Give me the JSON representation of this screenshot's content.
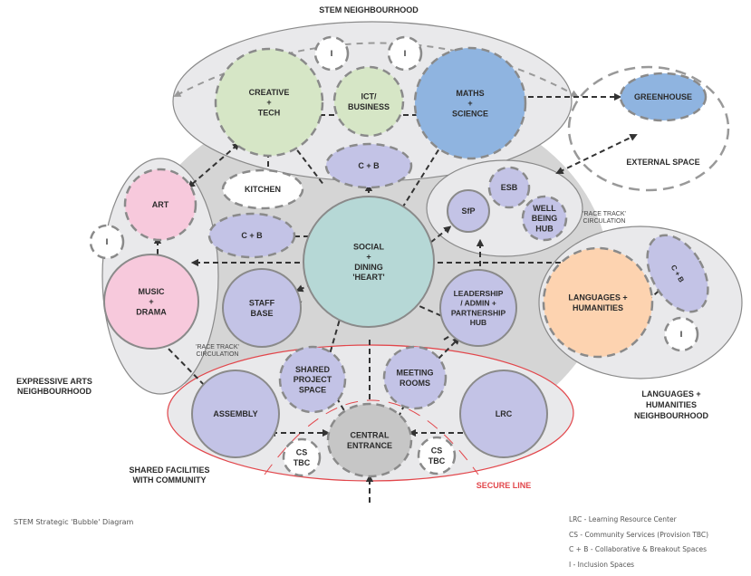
{
  "title": "STEM Strategic 'Bubble' Diagram",
  "colors": {
    "green": "#d6e6c6",
    "blue": "#8fb4e0",
    "pink": "#f7c9dc",
    "lavender": "#c3c3e6",
    "teal": "#b6d8d6",
    "peach": "#fdd3b0",
    "gray_zone": "#d5d5d5",
    "light_zone": "#e9e9eb",
    "entrance": "#c6c6c6",
    "secure": "#e2464b",
    "arrow": "#333333",
    "outline": "#8a8a8a"
  },
  "neighbourhood_labels": {
    "stem": "STEM NEIGHBOURHOOD",
    "external": "EXTERNAL SPACE",
    "expressive_1": "EXPRESSIVE ARTS",
    "expressive_2": "NEIGHBOURHOOD",
    "languages_1": "LANGUAGES +",
    "languages_2": "HUMANITIES",
    "languages_3": "NEIGHBOURHOOD",
    "shared_1": "SHARED FACILITIES",
    "shared_2": "WITH COMMUNITY",
    "secure_line": "SECURE LINE",
    "race_track_1": "'RACE TRACK'",
    "race_track_2": "CIRCULATION"
  },
  "spaces": [
    {
      "id": "creative-tech",
      "lines": [
        "CREATIVE",
        "+",
        "TECH"
      ],
      "color": "green",
      "dashed": true
    },
    {
      "id": "ict-business",
      "lines": [
        "ICT/",
        "BUSINESS"
      ],
      "color": "green",
      "dashed": true
    },
    {
      "id": "maths-science",
      "lines": [
        "MATHS",
        "+",
        "SCIENCE"
      ],
      "color": "blue",
      "dashed": true
    },
    {
      "id": "greenhouse",
      "lines": [
        "GREENHOUSE"
      ],
      "color": "blue",
      "dashed": true
    },
    {
      "id": "inclusion-1",
      "lines": [
        "I"
      ],
      "color": "white",
      "dashed": true
    },
    {
      "id": "inclusion-2",
      "lines": [
        "I"
      ],
      "color": "white",
      "dashed": true
    },
    {
      "id": "inclusion-3",
      "lines": [
        "I"
      ],
      "color": "white",
      "dashed": true
    },
    {
      "id": "inclusion-4",
      "lines": [
        "I"
      ],
      "color": "white",
      "dashed": true
    },
    {
      "id": "art",
      "lines": [
        "ART"
      ],
      "color": "pink",
      "dashed": true
    },
    {
      "id": "music-drama",
      "lines": [
        "MUSIC",
        "+",
        "DRAMA"
      ],
      "color": "pink",
      "dashed": false
    },
    {
      "id": "kitchen",
      "lines": [
        "KITCHEN"
      ],
      "color": "white",
      "dashed": true
    },
    {
      "id": "cb-top",
      "lines": [
        "C + B"
      ],
      "color": "lavender",
      "dashed": true
    },
    {
      "id": "cb-left",
      "lines": [
        "C + B"
      ],
      "color": "lavender",
      "dashed": true
    },
    {
      "id": "cb-right",
      "lines": [
        "C + B"
      ],
      "color": "lavender",
      "dashed": true
    },
    {
      "id": "social-dining",
      "lines": [
        "SOCIAL",
        "+",
        "DINING",
        "'HEART'"
      ],
      "color": "teal",
      "dashed": false
    },
    {
      "id": "staff-base",
      "lines": [
        "STAFF",
        "BASE"
      ],
      "color": "lavender",
      "dashed": false
    },
    {
      "id": "sfp",
      "lines": [
        "SfP"
      ],
      "color": "lavender",
      "dashed": false
    },
    {
      "id": "esb",
      "lines": [
        "ESB"
      ],
      "color": "lavender",
      "dashed": true
    },
    {
      "id": "wellbeing-hub",
      "lines": [
        "WELL",
        "BEING",
        "HUB"
      ],
      "color": "lavender",
      "dashed": true
    },
    {
      "id": "leadership-hub",
      "lines": [
        "LEADERSHIP",
        "/ ADMIN +",
        "PARTNERSHIP",
        "HUB"
      ],
      "color": "lavender",
      "dashed": false
    },
    {
      "id": "languages-humanities",
      "lines": [
        "LANGUAGES +",
        "HUMANITIES"
      ],
      "color": "peach",
      "dashed": true
    },
    {
      "id": "shared-project",
      "lines": [
        "SHARED",
        "PROJECT",
        "SPACE"
      ],
      "color": "lavender",
      "dashed": true
    },
    {
      "id": "meeting-rooms",
      "lines": [
        "MEETING",
        "ROOMS"
      ],
      "color": "lavender",
      "dashed": true
    },
    {
      "id": "assembly",
      "lines": [
        "ASSEMBLY"
      ],
      "color": "lavender",
      "dashed": false
    },
    {
      "id": "lrc",
      "lines": [
        "LRC"
      ],
      "color": "lavender",
      "dashed": false
    },
    {
      "id": "central-entrance",
      "lines": [
        "CENTRAL",
        "ENTRANCE"
      ],
      "color": "entrance",
      "dashed": true
    },
    {
      "id": "cs-tbc-1",
      "lines": [
        "CS",
        "TBC"
      ],
      "color": "white",
      "dashed": true
    },
    {
      "id": "cs-tbc-2",
      "lines": [
        "CS",
        "TBC"
      ],
      "color": "white",
      "dashed": true
    }
  ],
  "legend": [
    "LRC - Learning Resource Center",
    "CS - Community Services (Provision TBC)",
    "C + B - Collaborative & Breakout Spaces",
    "I - Inclusion Spaces"
  ]
}
